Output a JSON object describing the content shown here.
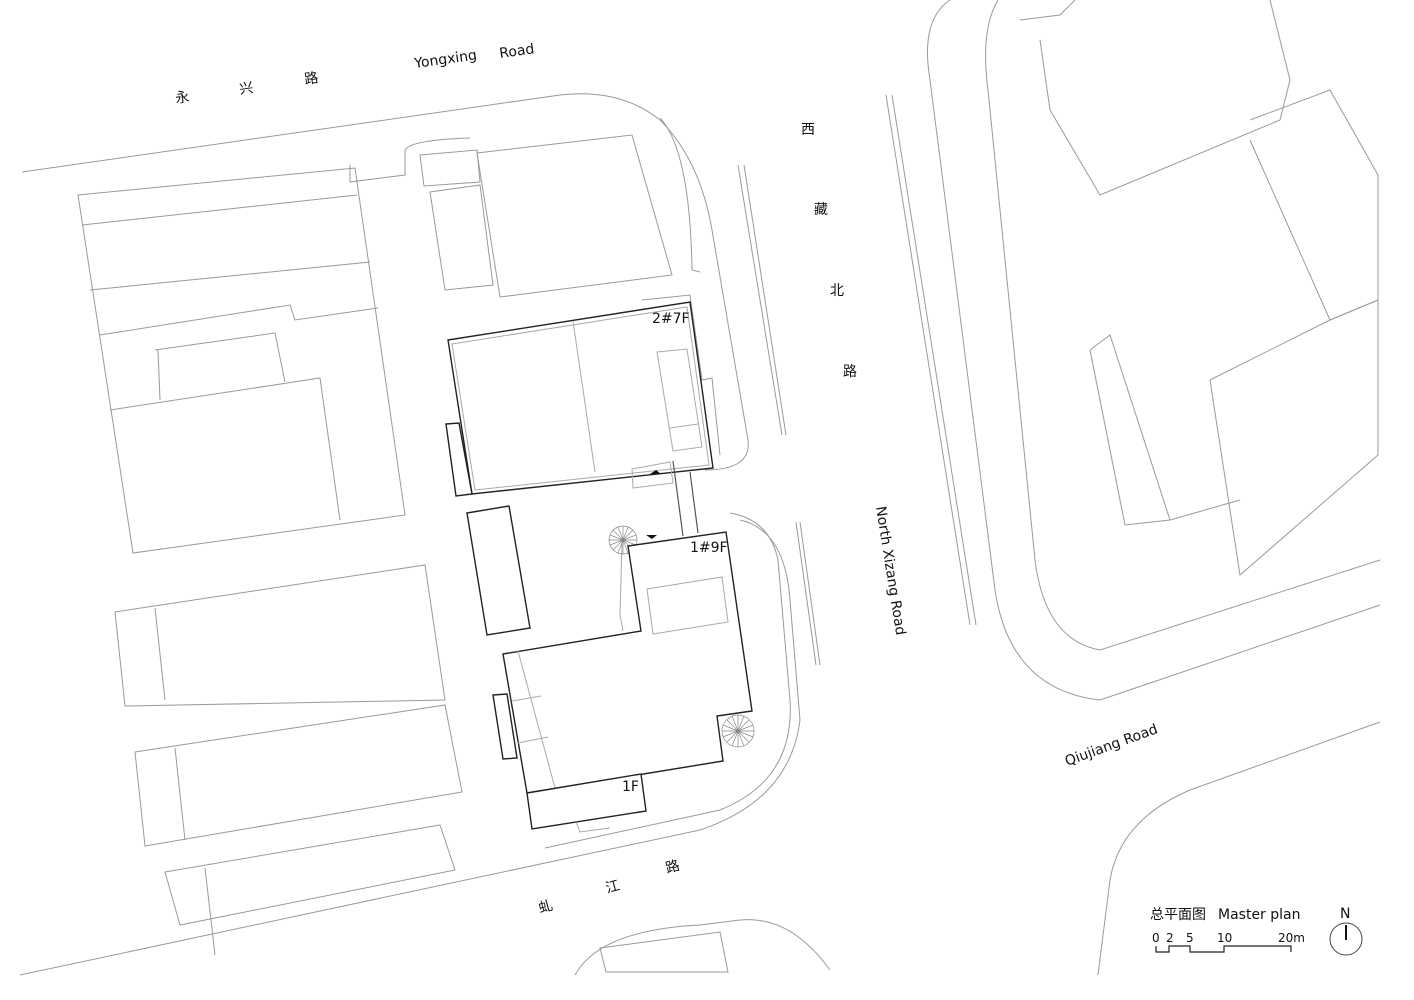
{
  "roads": {
    "yongxing_cn": [
      "永",
      "兴",
      "路"
    ],
    "yongxing_en": [
      "Yongxing",
      "Road"
    ],
    "xizang_cn": [
      "西",
      "藏",
      "北",
      "路"
    ],
    "xizang_en": "North   Xizang   Road",
    "qiujiang_en": "Qiujiang   Road",
    "qiujiang_cn": [
      "虬",
      "江",
      "路"
    ]
  },
  "buildings": {
    "b2": "2#7F",
    "b1": "1#9F",
    "podium": "1F"
  },
  "legend": {
    "title_cn": "总平面图",
    "title_en": "Master plan",
    "scale_ticks": [
      "0",
      "2",
      "5",
      "10",
      "20m"
    ],
    "north": "N"
  }
}
